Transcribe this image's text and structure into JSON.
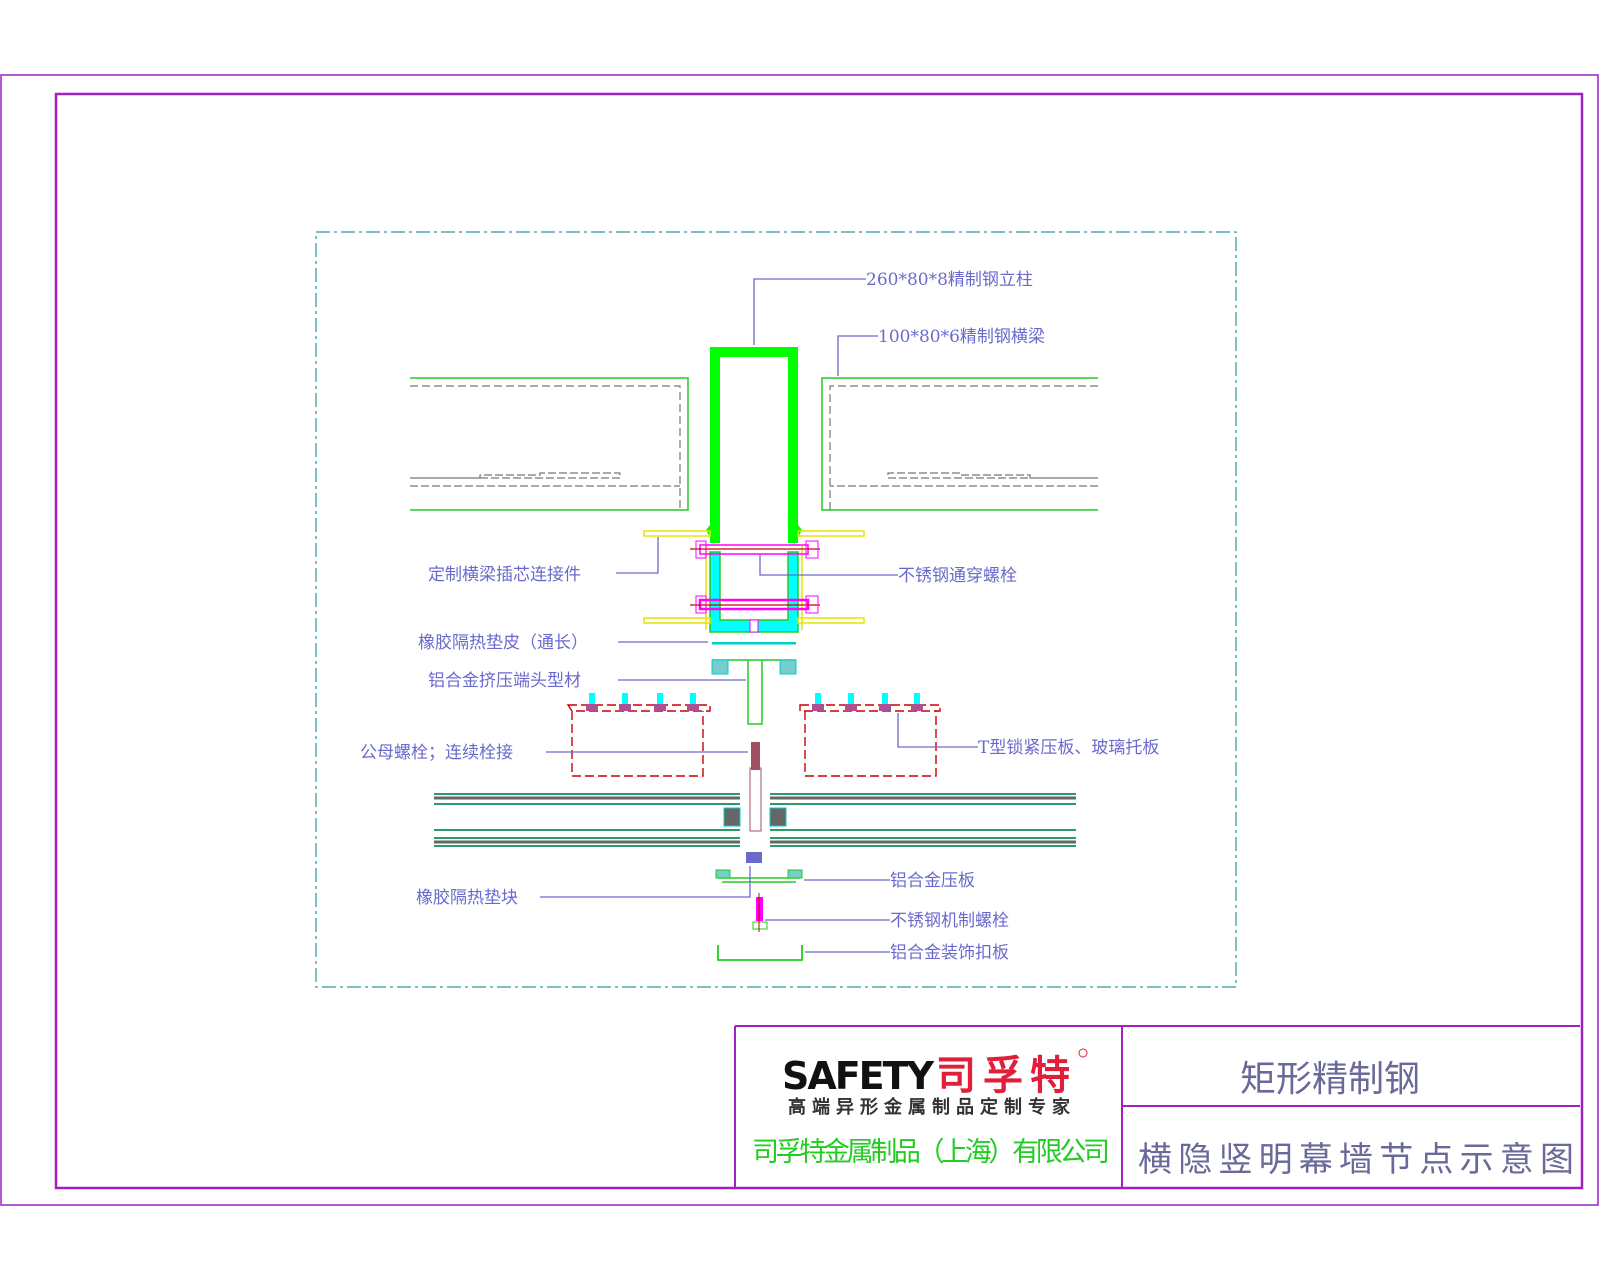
{
  "colors": {
    "frame": "#a020c0",
    "label": "#6a6acd",
    "steel_column": "#00ff00",
    "insert": "#00ffff",
    "bolt": "#ff00ff",
    "clamp_plate": "#cc0000",
    "connector": "#ffff00",
    "brand_red": "#e0203a",
    "company_green": "#22cc22"
  },
  "drawing": {
    "labels": {
      "column": "260*80*8精制钢立柱",
      "beam": "100*80*6精制钢横梁",
      "insert_connector": "定制横梁插芯连接件",
      "through_bolt": "不锈钢通穿螺栓",
      "rubber_strip": "橡胶隔热垫皮（通长）",
      "end_profile": "铝合金挤压端头型材",
      "male_female_bolt": "公母螺栓；连续栓接",
      "t_clamp": "T型锁紧压板、玻璃托板",
      "pressure_plate": "铝合金压板",
      "rubber_block": "橡胶隔热垫块",
      "machine_bolt": "不锈钢机制螺栓",
      "cover_plate": "铝合金装饰扣板"
    }
  },
  "title_block": {
    "logo_en": "SAFETY",
    "logo_cn": "司孚特",
    "slogan": "高端异形金属制品定制专家",
    "company": "司孚特金属制品（上海）有限公司",
    "material": "矩形精制钢",
    "drawing_title": "横隐竖明幕墙节点示意图"
  }
}
